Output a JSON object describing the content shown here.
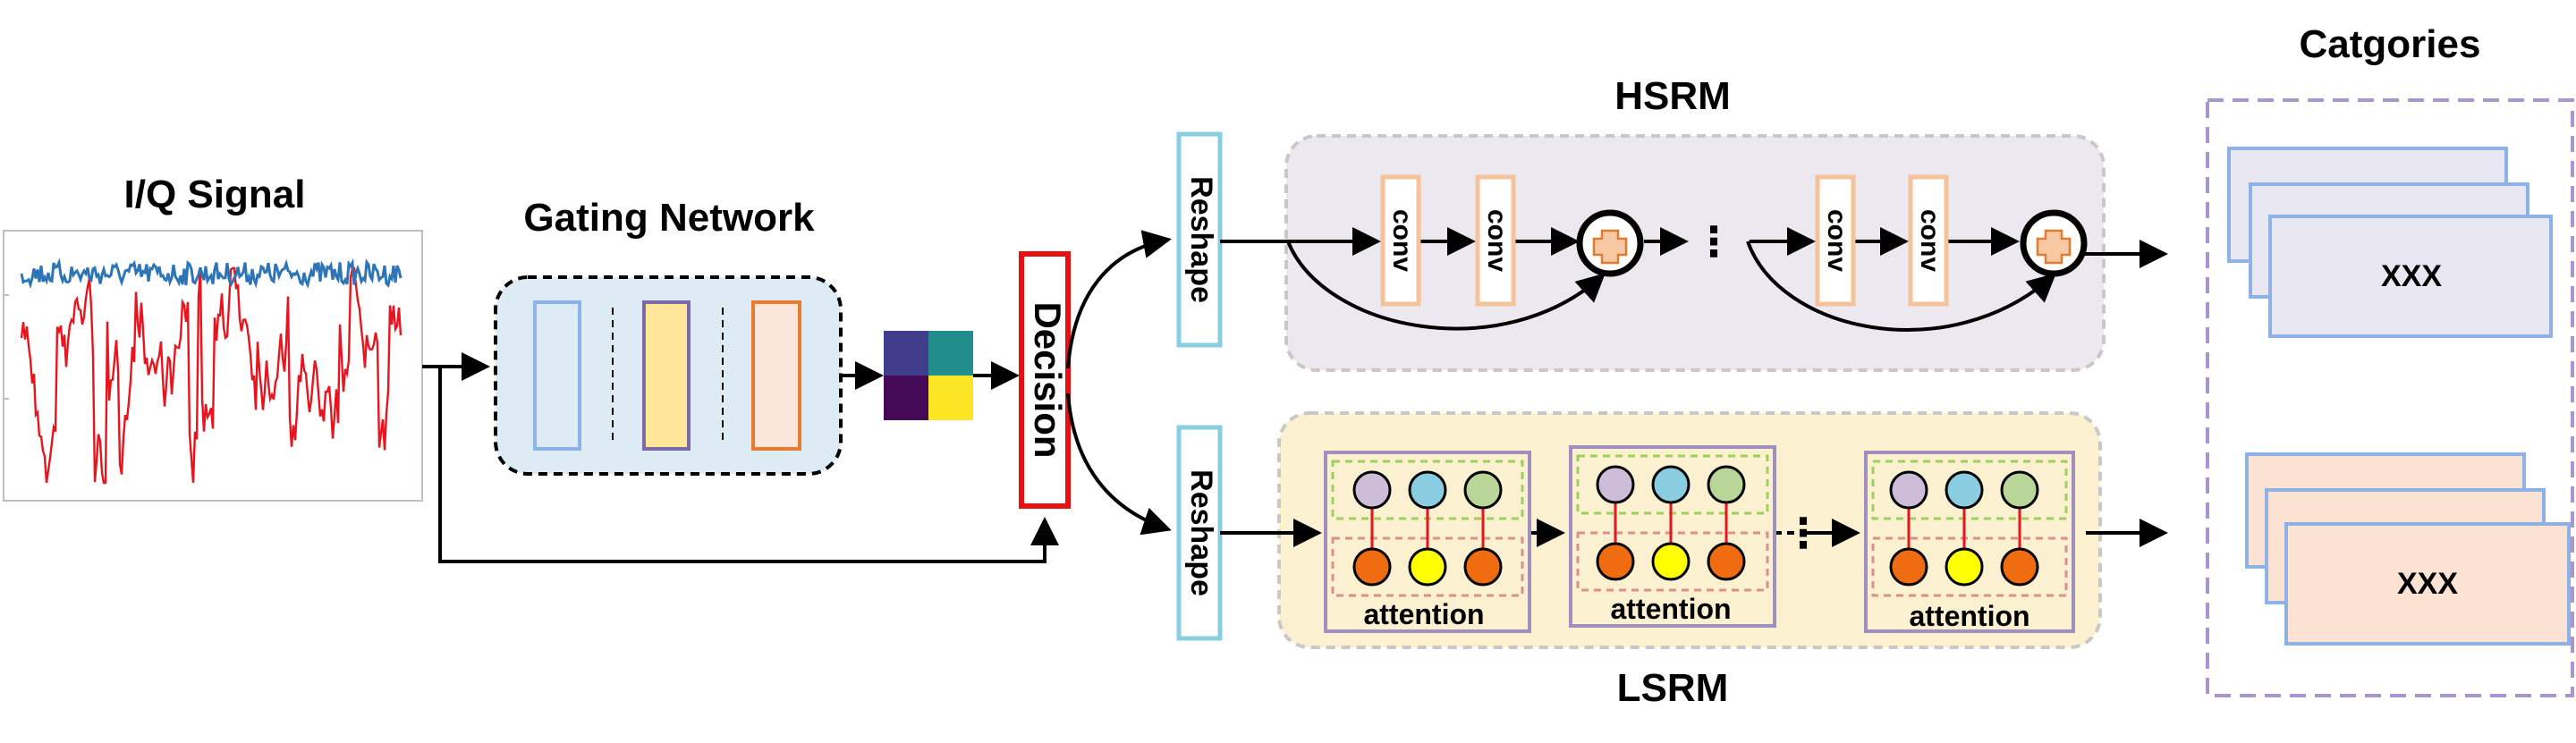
{
  "titles": {
    "signal": "I/Q Signal",
    "gating": "Gating Network",
    "hsrm": "HSRM",
    "lsrm": "LSRM",
    "categories": "Catgories"
  },
  "decision": "Decision",
  "reshape": [
    "Reshape",
    "Reshape"
  ],
  "conv": [
    "conv",
    "conv",
    "conv",
    "conv"
  ],
  "attention": [
    "attention",
    "attention",
    "attention"
  ],
  "hsrm_ellipsis": "⋮",
  "lsrm_ellipsis": "⋮",
  "categories": [
    "XXX",
    "XXX"
  ],
  "colors": {
    "signal_blue": "#2e75b6",
    "signal_red": "#e8141e",
    "gating_fill": "#dcebf4",
    "decision_border": "#e81010",
    "reshape_border": "#88cde0",
    "hsrm_fill": "#ebe8ef",
    "lsrm_fill": "#fbf0d0",
    "conv_border": "#f6c29a",
    "attention_border": "#a090c0",
    "node_purple": "#cdbdd8",
    "node_cyan": "#8acce0",
    "node_green": "#b9d597",
    "node_orange": "#ef6d10",
    "node_yellow": "#ffff00",
    "category_blue": "#8fb2e6",
    "category_peach": "#fbe2d3",
    "category_frame": "#a896cc"
  }
}
